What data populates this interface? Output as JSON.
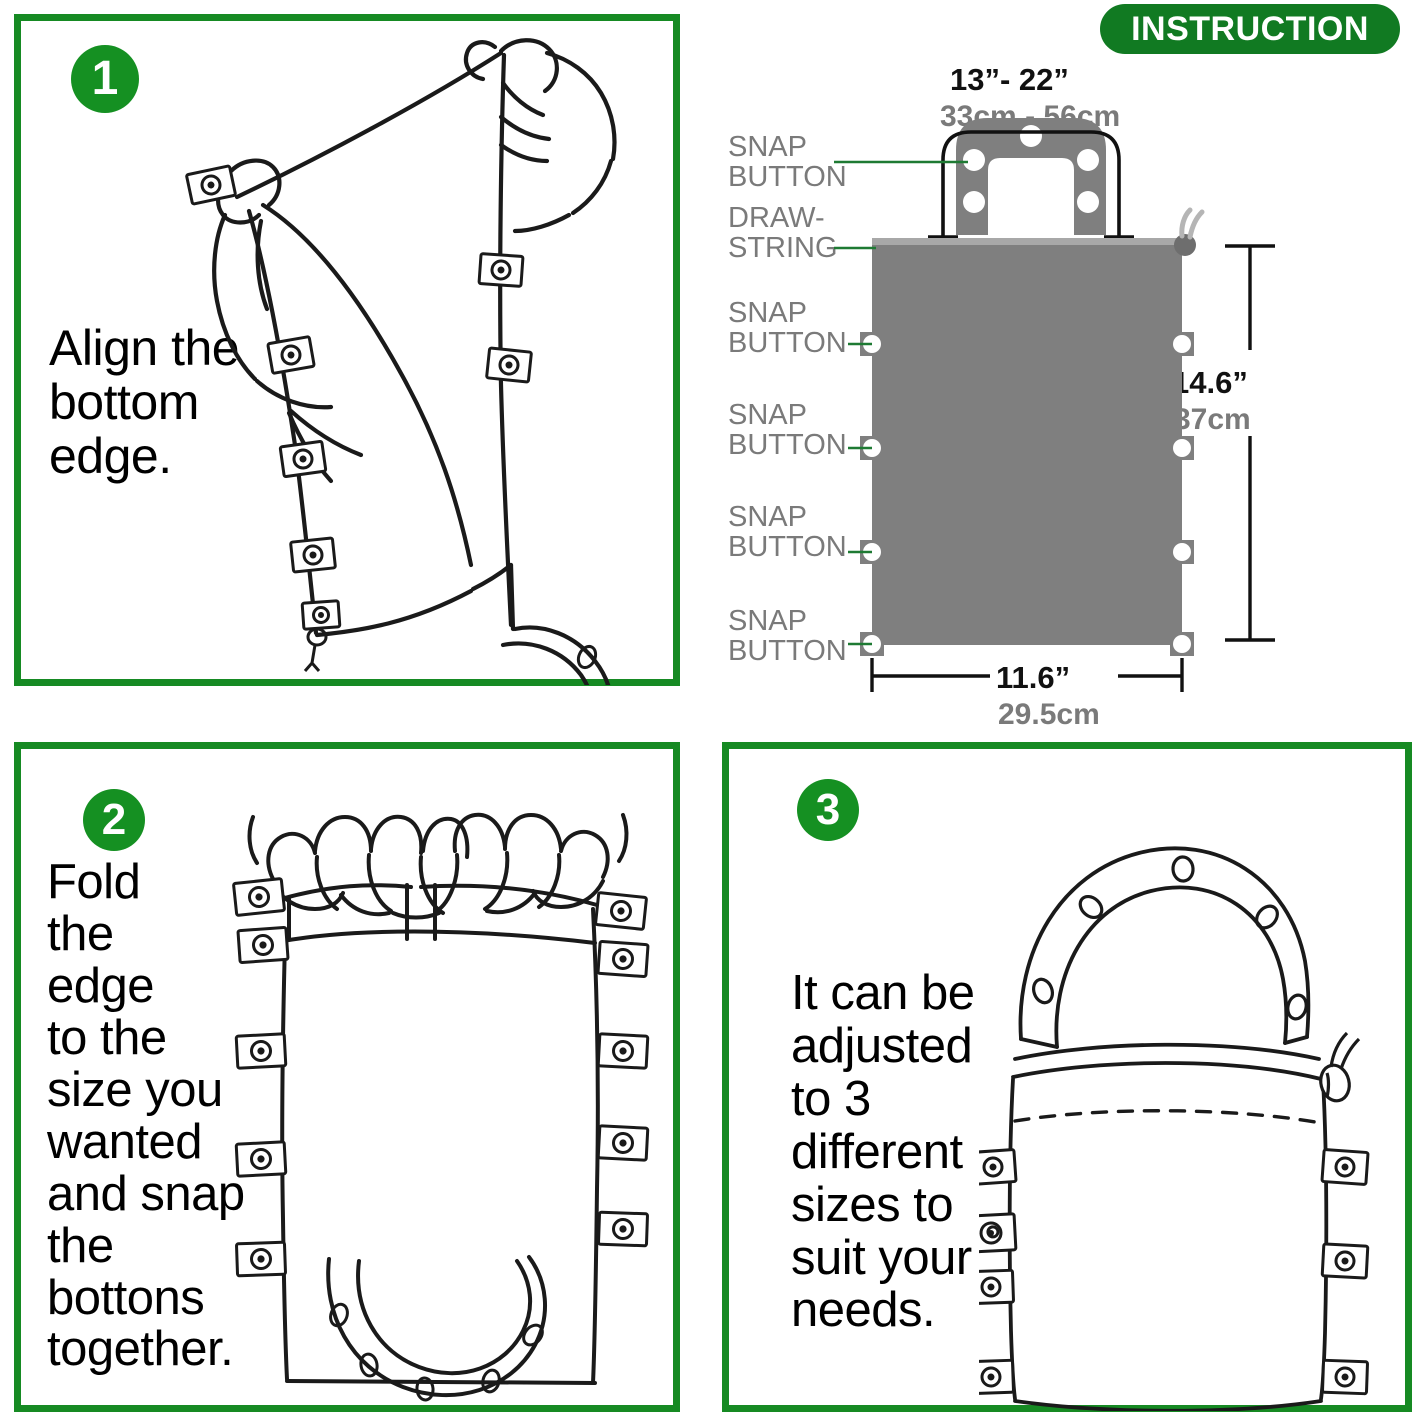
{
  "header": {
    "badge_label": "INSTRUCTION",
    "badge_color": "#117A22"
  },
  "theme": {
    "green": "#168A23",
    "gray_fill": "#7F7F7F",
    "gray_text": "#7A7A7A",
    "black": "#111111"
  },
  "steps": [
    {
      "number": "1",
      "text": "Align the\nbottom\nedge.",
      "illustration": "hands-holding-bag-aligning-bottom-edge"
    },
    {
      "number": "2",
      "text": "Fold\nthe\nedge\nto the\nsize you\nwanted\nand snap\nthe\nbottons\ntogether.",
      "illustration": "two-hands-folding-bag-top-edge"
    },
    {
      "number": "3",
      "text": "It can be\nadjusted\nto 3\ndifferent\nsizes to\nsuit your\nneeds.",
      "illustration": "finished-bag-with-handle-and-drawstring"
    }
  ],
  "spec": {
    "handle_width": {
      "inches": "13”- 22”",
      "cm": "33cm - 56cm"
    },
    "body_height": {
      "inches": "14.6”",
      "cm": "37cm"
    },
    "body_width": {
      "inches": "11.6”",
      "cm": "29.5cm"
    },
    "callouts": [
      {
        "id": "handle-snap",
        "text": "SNAP\nBUTTON"
      },
      {
        "id": "drawstring",
        "text": "DRAW-\nSTRING"
      },
      {
        "id": "snap-1",
        "text": "SNAP\nBUTTON"
      },
      {
        "id": "snap-2",
        "text": "SNAP\nBUTTON"
      },
      {
        "id": "snap-3",
        "text": "SNAP\nBUTTON"
      },
      {
        "id": "snap-4",
        "text": "SNAP\nBUTTON"
      }
    ]
  }
}
